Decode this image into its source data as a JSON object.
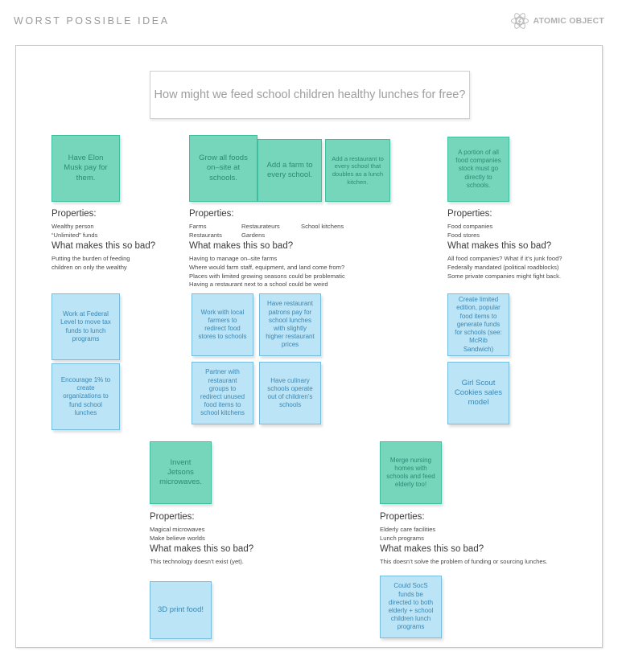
{
  "header": {
    "title": "WORST POSSIBLE IDEA",
    "logo_name": "atomic-object-logo",
    "logo_text": "ATOMIC OBJECT"
  },
  "prompt": {
    "text": "How might we feed school children healthy lunches for free?"
  },
  "labels": {
    "properties": "Properties:",
    "what_bad": "What makes this so bad?"
  },
  "colors": {
    "teal_fill": "#76d6bc",
    "teal_border": "#3dbfa0",
    "teal_text": "#2e8a74",
    "blue_fill": "#bbe4f6",
    "blue_border": "#75bede",
    "blue_text": "#3b87b3",
    "frame_border": "#c9c9c9",
    "header_text": "#9a9a9a"
  },
  "groups": {
    "elon": {
      "idea_notes": [
        {
          "text": "Have Elon Musk pay for them."
        }
      ],
      "properties": [
        "Wealthy person\n“Unlimited” funds"
      ],
      "bad": "Putting the burden of feeding\nchildren on only the wealthy",
      "solution_notes": [
        {
          "text": "Work at Federal Level to move tax funds to lunch programs"
        },
        {
          "text": "Encourage 1% to create organizations to fund school lunches"
        }
      ]
    },
    "farms": {
      "idea_notes": [
        {
          "text": "Grow all foods on–site at schools."
        },
        {
          "text": "Add a farm to every school."
        },
        {
          "text": "Add a restaurant to every school that doubles as a lunch kitchen."
        }
      ],
      "properties": [
        "Farms\nRestaurants",
        "Restaurateurs\nGardens",
        "School kitchens"
      ],
      "bad": "Having to manage on–site farms\nWhere would farm staff, equipment, and land come from?\nPlaces with limited growing seasons could be problematic\nHaving a restaurant next to a school could be weird",
      "solution_notes": [
        {
          "text": "Work with local farmers to redirect food stores to schools"
        },
        {
          "text": "Have restaurant patrons pay for school lunches with slightly higher restaurant prices"
        },
        {
          "text": "Partner with restaurant groups to redirect unused food items to school kitchens"
        },
        {
          "text": "Have culinary schools operate out of children’s schools"
        }
      ]
    },
    "stock": {
      "idea_notes": [
        {
          "text": "A portion of all food companies stock must go directly to schools."
        }
      ],
      "properties": [
        "Food companies\nFood stores"
      ],
      "bad": "All food companies? What if it’s junk food?\nFederally mandated (political roadblocks)\nSome private companies might fight back.",
      "solution_notes": [
        {
          "text": "Create limited edition, popular food items to generate funds for schools (see: McRib Sandwich)"
        },
        {
          "text": "Girl Scout Cookies sales model"
        }
      ]
    },
    "jetsons": {
      "idea_notes": [
        {
          "text": "Invent Jetsons microwaves."
        }
      ],
      "properties": [
        "Magical microwaves\nMake believe worlds"
      ],
      "bad": "This technology doesn’t exist (yet).",
      "solution_notes": [
        {
          "text": "3D print food!"
        }
      ]
    },
    "nursing": {
      "idea_notes": [
        {
          "text": "Merge nursing homes with schools and feed elderly too!"
        }
      ],
      "properties": [
        "Elderly care facilities\nLunch programs"
      ],
      "bad": "This doesn’t solve the problem of funding or sourcing lunches.",
      "solution_notes": [
        {
          "text": "Could SocS funds be directed to both elderly + school children lunch programs"
        }
      ]
    }
  }
}
